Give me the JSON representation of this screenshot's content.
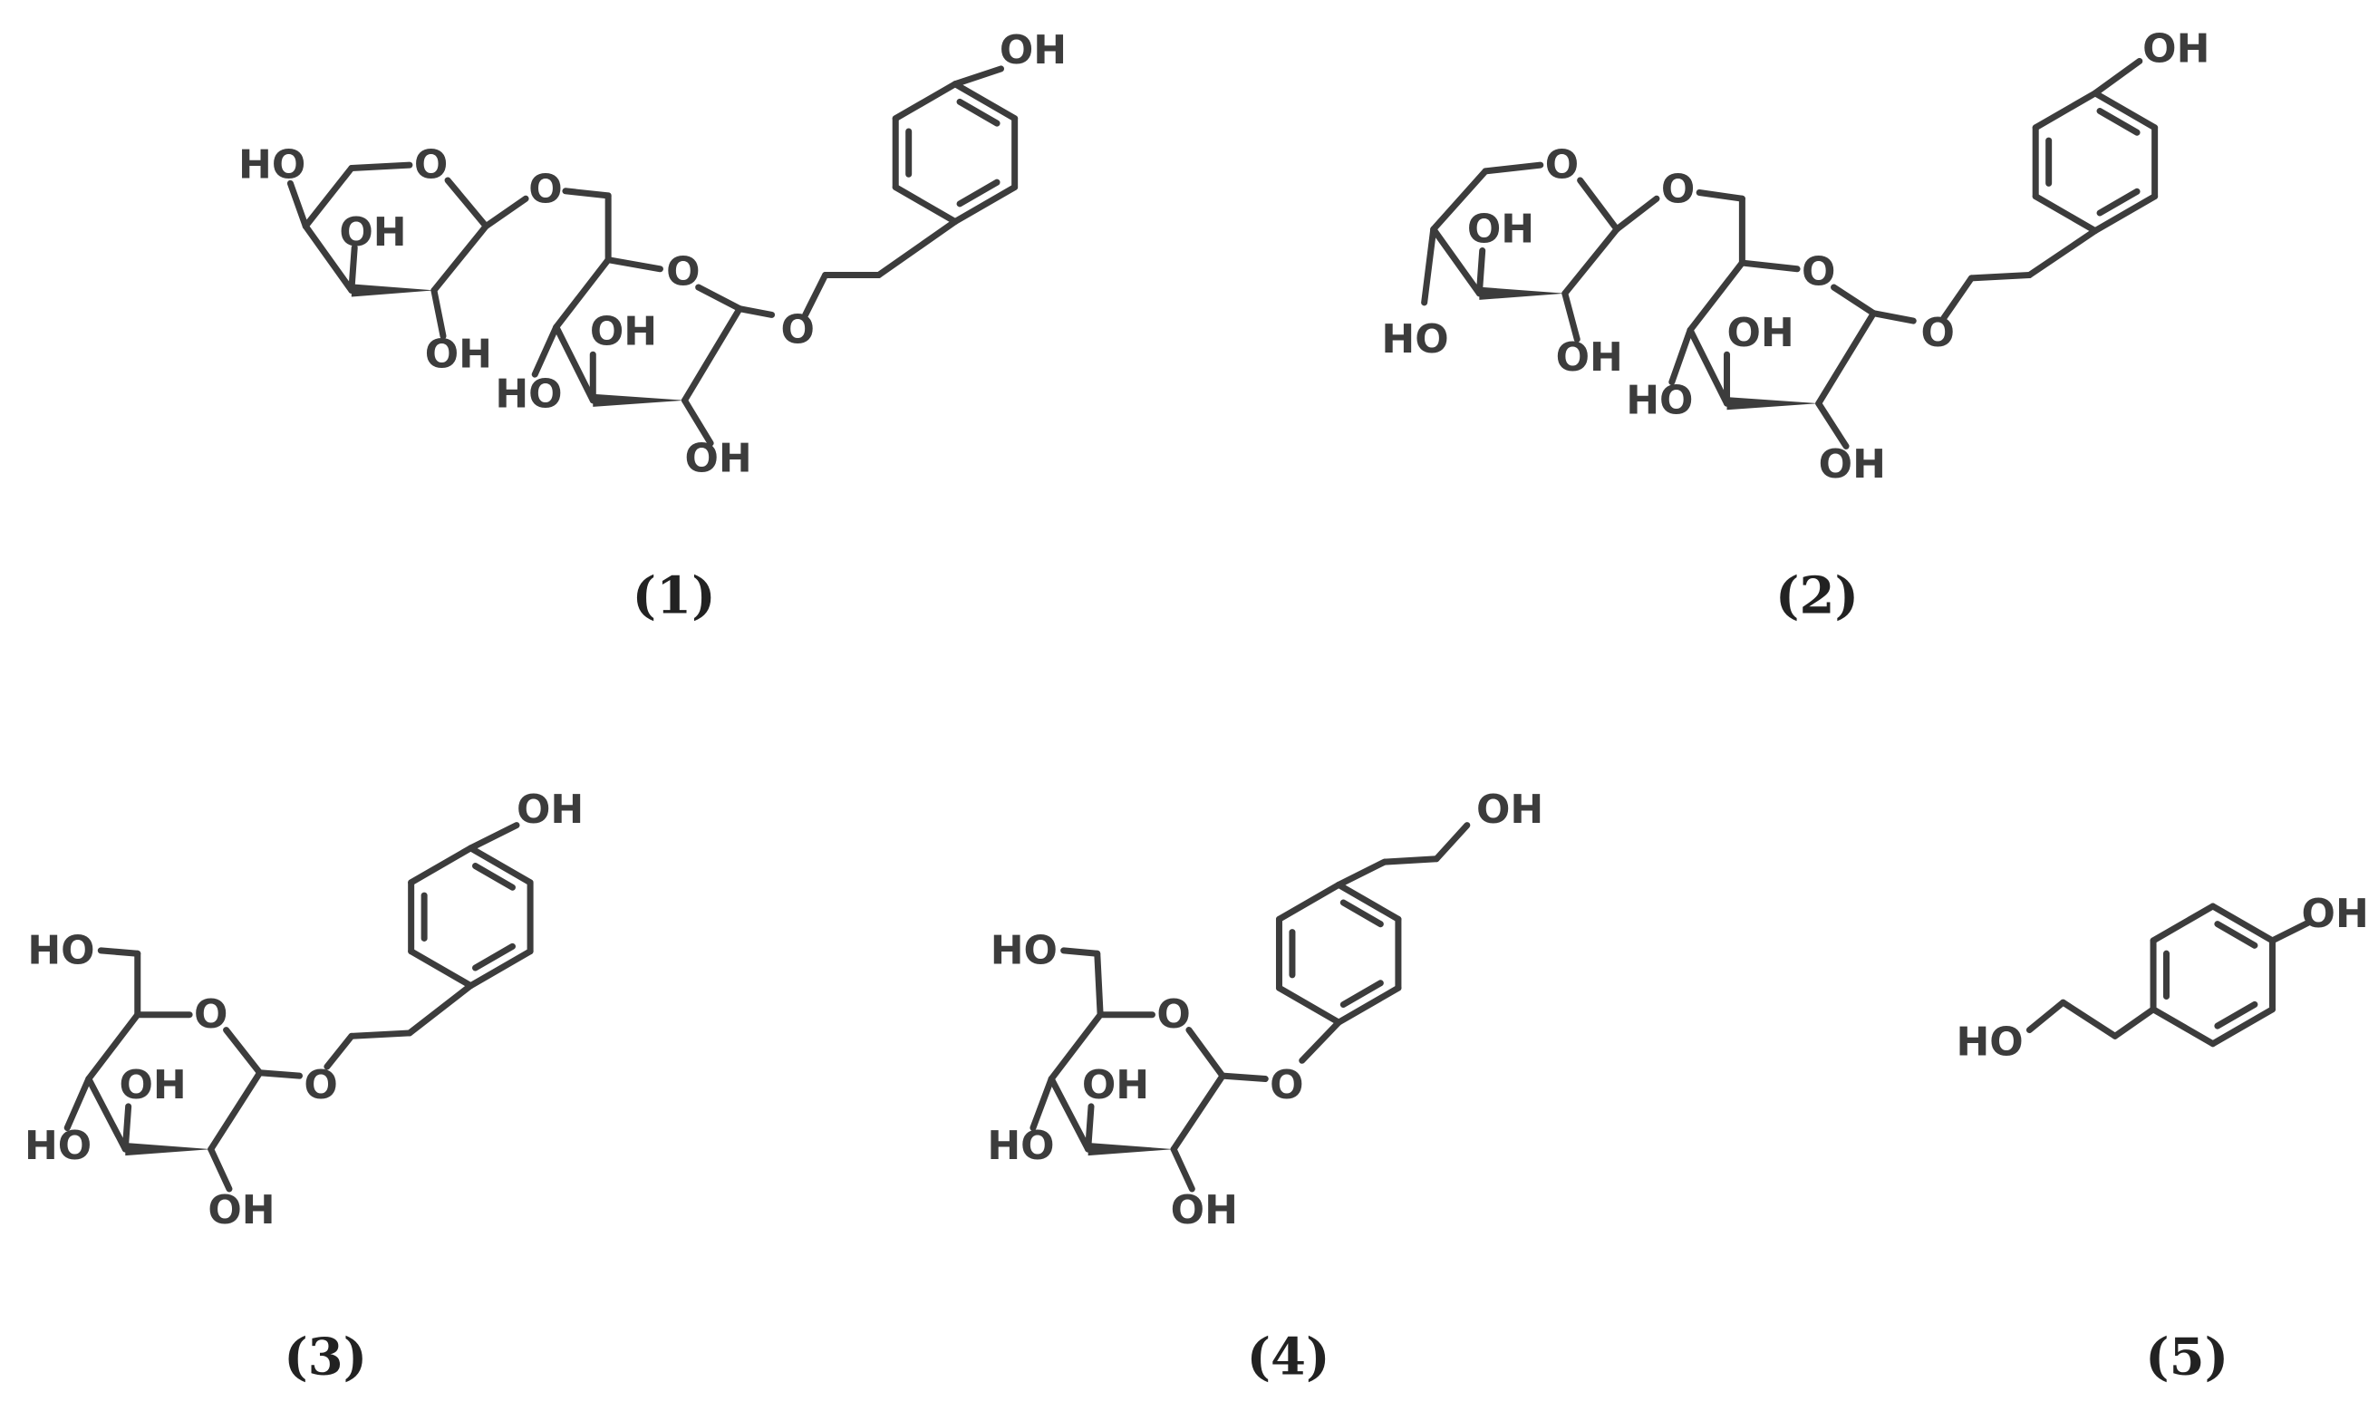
{
  "colors": {
    "ink": "#3c3c3c",
    "label": "#222222",
    "background": "#ffffff"
  },
  "atom_text": {
    "hydroxyl": "OH",
    "hydroxyl_left": "HO",
    "ring_oxygen": "O"
  },
  "compounds": [
    {
      "id": 1,
      "label": "(1)"
    },
    {
      "id": 2,
      "label": "(2)"
    },
    {
      "id": 3,
      "label": "(3)"
    },
    {
      "id": 4,
      "label": "(4)"
    },
    {
      "id": 5,
      "label": "(5)"
    }
  ]
}
